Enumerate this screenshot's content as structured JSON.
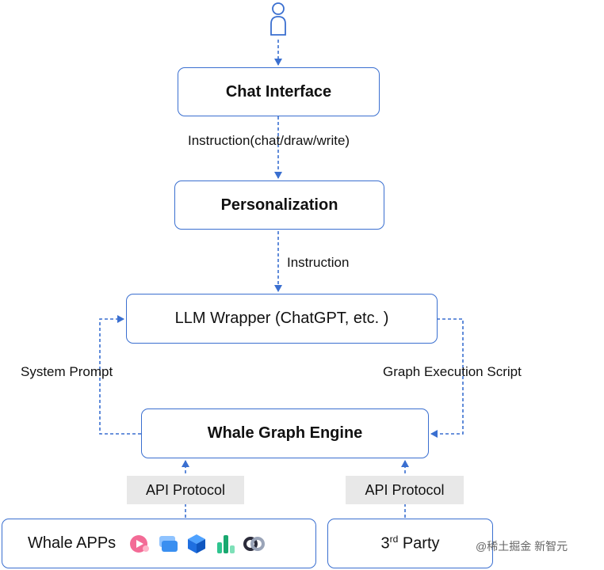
{
  "nodes": {
    "user": {
      "icon": "user-icon"
    },
    "chat_interface": "Chat Interface",
    "personalization": "Personalization",
    "llm_wrapper": "LLM Wrapper (ChatGPT, etc. )",
    "whale_graph_engine": "Whale Graph Engine",
    "whale_apps": "Whale APPs",
    "third_party_base": "3",
    "third_party_sup": "rd",
    "third_party_rest": " Party"
  },
  "edges": {
    "instruction_chat": "Instruction(chat/draw/write)",
    "instruction": "Instruction",
    "system_prompt": "System Prompt",
    "graph_execution_script": "Graph Execution Script",
    "api_protocol_left": "API Protocol",
    "api_protocol_right": "API Protocol"
  },
  "app_icons": [
    "video-app-icon",
    "layers-app-icon",
    "cube-app-icon",
    "chart-app-icon",
    "link-app-icon"
  ],
  "colors": {
    "accent": "#3a6fd0",
    "protocol_bg": "#e8e8e8"
  },
  "watermark": "@稀土掘金 新智元"
}
